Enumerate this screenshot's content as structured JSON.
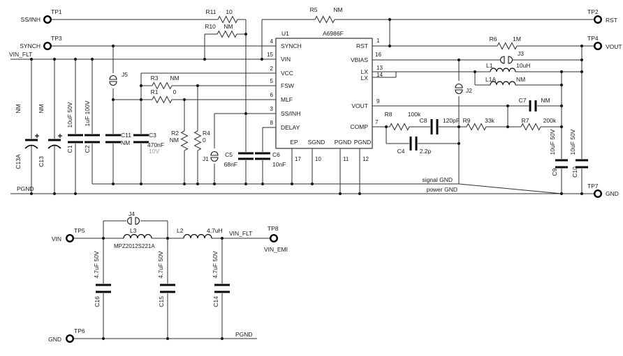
{
  "colors": {
    "background": "#ffffff",
    "line": "#2e2e2e",
    "text": "#16181c",
    "muted_label": "#9b9b9b"
  },
  "ic": {
    "ref": "U1",
    "part": "A6986F",
    "pins_left": [
      {
        "num": "4",
        "name": "SYNCH"
      },
      {
        "num": "15",
        "name": "VIN"
      },
      {
        "num": "2",
        "name": "VCC"
      },
      {
        "num": "5",
        "name": "FSW"
      },
      {
        "num": "6",
        "name": "MLF"
      },
      {
        "num": "3",
        "name": "SS/INH"
      },
      {
        "num": "8",
        "name": "DELAY"
      }
    ],
    "pins_right": [
      {
        "num": "1",
        "name": "RST"
      },
      {
        "num": "16",
        "name": "VBIAS"
      },
      {
        "num": "13",
        "name": "LX"
      },
      {
        "num": "14",
        "name": "LX"
      },
      {
        "num": "9",
        "name": "VOUT"
      },
      {
        "num": "7",
        "name": "COMP"
      }
    ],
    "pins_bottom": [
      {
        "num": "17",
        "name": "EP"
      },
      {
        "num": "10",
        "name": "SGND"
      },
      {
        "num": "11",
        "name": "PGND"
      },
      {
        "num": "12",
        "name": "PGND"
      }
    ]
  },
  "testpoints": {
    "tp1": {
      "ref": "TP1",
      "label": "SS/INH"
    },
    "tp2": {
      "ref": "TP2",
      "label": "RST"
    },
    "tp3": {
      "ref": "TP3",
      "label": "SYNCH"
    },
    "tp4": {
      "ref": "TP4",
      "label": "VOUT"
    },
    "tp5": {
      "ref": "TP5",
      "label": "VIN"
    },
    "tp6": {
      "ref": "TP6",
      "label": "GND"
    },
    "tp7": {
      "ref": "TP7",
      "label": "GND"
    },
    "tp8": {
      "ref": "TP8",
      "label": "VIN_EMI"
    }
  },
  "nets": {
    "vin_flt": "VIN_FLT",
    "pgnd": "PGND",
    "signal_gnd": "signal GND",
    "power_gnd": "power GND"
  },
  "resistors": {
    "r11": {
      "ref": "R11",
      "value": "10"
    },
    "r10": {
      "ref": "R10",
      "value": "NM"
    },
    "r5": {
      "ref": "R5",
      "value": "NM"
    },
    "r6": {
      "ref": "R6",
      "value": "1M"
    },
    "r3": {
      "ref": "R3",
      "value": "NM"
    },
    "r1": {
      "ref": "R1",
      "value": "0"
    },
    "r2": {
      "ref": "R2",
      "value": "NM"
    },
    "r4": {
      "ref": "R4",
      "value": "0"
    },
    "r8": {
      "ref": "R8",
      "value": "100k"
    },
    "r9": {
      "ref": "R9",
      "value": "33k"
    },
    "r7": {
      "ref": "R7",
      "value": "200k"
    }
  },
  "capacitors": {
    "c13a": {
      "ref": "C13A",
      "value": "NM"
    },
    "c13": {
      "ref": "C13",
      "value": "NM"
    },
    "c1": {
      "ref": "C1",
      "value": "10uF 50V"
    },
    "c2": {
      "ref": "C2",
      "value": "1uF 100V"
    },
    "c11": {
      "ref": "C11",
      "value": "NM"
    },
    "c3": {
      "ref": "C3",
      "value": "470nF",
      "voltage": "10V"
    },
    "c5": {
      "ref": "C5",
      "value": "68nF"
    },
    "c6": {
      "ref": "C6",
      "value": "10nF"
    },
    "c8": {
      "ref": "C8",
      "value": "120pF"
    },
    "c4": {
      "ref": "C4",
      "value": "2.2p"
    },
    "c7": {
      "ref": "C7",
      "value": "NM"
    },
    "c9": {
      "ref": "C9",
      "value": "10uF 50V"
    },
    "c10": {
      "ref": "C10",
      "value": "10uF 50V"
    },
    "c16": {
      "ref": "C16",
      "value": "4.7uF 50V"
    },
    "c15": {
      "ref": "C15",
      "value": "4.7uF 50V"
    },
    "c14": {
      "ref": "C14",
      "value": "4.7uF 50V"
    }
  },
  "inductors": {
    "l1": {
      "ref": "L1",
      "value": "10uH"
    },
    "l1a": {
      "ref": "L1A",
      "value": "NM"
    },
    "l2": {
      "ref": "L2",
      "value": "4.7uH"
    },
    "l3": {
      "ref": "L3",
      "value": "MPZ2012S221A"
    }
  },
  "jumpers": {
    "j1": "J1",
    "j2": "J2",
    "j3": "J3",
    "j4": "J4",
    "j5": "J5"
  }
}
